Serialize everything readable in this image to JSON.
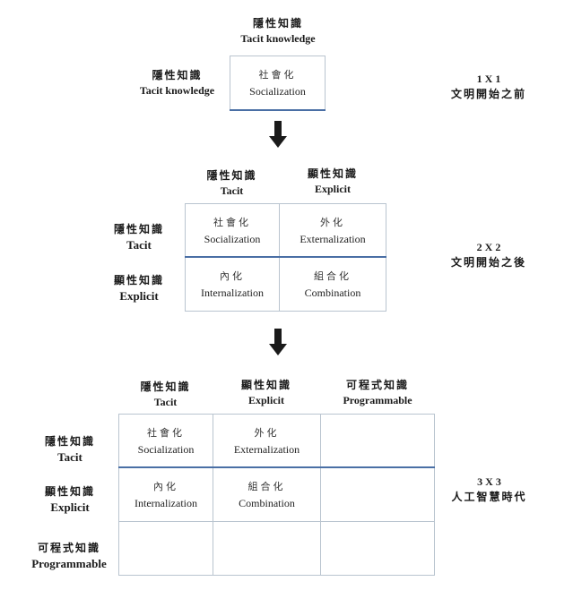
{
  "top": {
    "col_header": {
      "zh": "隱性知識",
      "en": "Tacit knowledge"
    },
    "row_header": {
      "zh": "隱性知識",
      "en": "Tacit knowledge"
    },
    "cell": {
      "zh": "社會化",
      "en": "Socialization"
    },
    "stage": {
      "size": "1 X 1",
      "label": "文明開始之前"
    }
  },
  "mid": {
    "col_headers": [
      {
        "zh": "隱性知識",
        "en": "Tacit"
      },
      {
        "zh": "顯性知識",
        "en": "Explicit"
      }
    ],
    "row_headers": [
      {
        "zh": "隱性知識",
        "en": "Tacit"
      },
      {
        "zh": "顯性知識",
        "en": "Explicit"
      }
    ],
    "cells": [
      {
        "zh": "社會化",
        "en": "Socialization"
      },
      {
        "zh": "外化",
        "en": "Externalization"
      },
      {
        "zh": "內化",
        "en": "Internalization"
      },
      {
        "zh": "組合化",
        "en": "Combination"
      }
    ],
    "stage": {
      "size": "2 X 2",
      "label": "文明開始之後"
    }
  },
  "bottom": {
    "col_headers": [
      {
        "zh": "隱性知識",
        "en": "Tacit"
      },
      {
        "zh": "顯性知識",
        "en": "Explicit"
      },
      {
        "zh": "可程式知識",
        "en": "Programmable"
      }
    ],
    "row_headers": [
      {
        "zh": "隱性知識",
        "en": "Tacit"
      },
      {
        "zh": "顯性知識",
        "en": "Explicit"
      },
      {
        "zh": "可程式知識",
        "en": "Programmable"
      }
    ],
    "cells": [
      {
        "zh": "社會化",
        "en": "Socialization"
      },
      {
        "zh": "外化",
        "en": "Externalization"
      },
      {
        "zh": "內化",
        "en": "Internalization"
      },
      {
        "zh": "組合化",
        "en": "Combination"
      }
    ],
    "stage": {
      "size": "3 X 3",
      "label": "人工智慧時代"
    }
  },
  "colors": {
    "grid_border": "#b9c4cf",
    "divider": "#4a6fa5",
    "arrow": "#1a1a1a"
  }
}
